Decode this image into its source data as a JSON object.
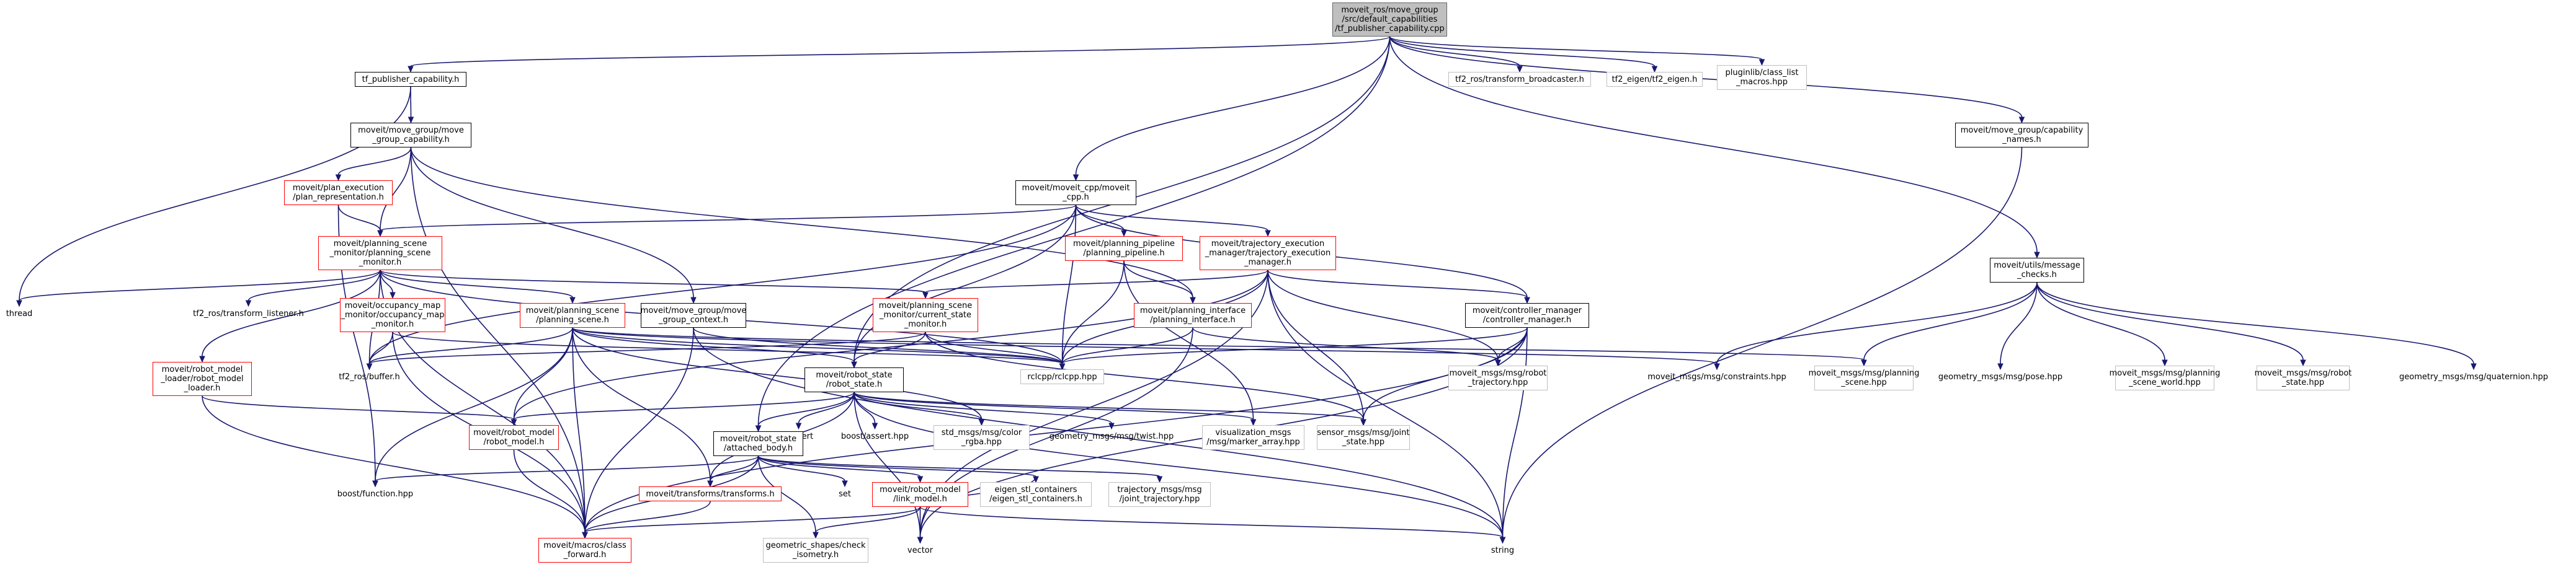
{
  "diagram": {
    "title": "",
    "nodes": [
      {
        "id": "root",
        "label": "moveit_ros/move_group\n/src/default_capabilities\n/tf_publisher_capability.cpp",
        "style": "root"
      },
      {
        "id": "tfpub",
        "label": "tf_publisher_capability.h",
        "style": "black"
      },
      {
        "id": "tfbroad",
        "label": "tf2_ros/transform_broadcaster.h",
        "style": "grey"
      },
      {
        "id": "tfeigen",
        "label": "tf2_eigen/tf2_eigen.h",
        "style": "grey"
      },
      {
        "id": "pluginlib",
        "label": "pluginlib/class_list\n_macros.hpp",
        "style": "grey"
      },
      {
        "id": "mgcap",
        "label": "moveit/move_group/move\n_group_capability.h",
        "style": "black"
      },
      {
        "id": "capnames",
        "label": "moveit/move_group/capability\n_names.h",
        "style": "black"
      },
      {
        "id": "planexec",
        "label": "moveit/plan_execution\n/plan_representation.h",
        "style": "red"
      },
      {
        "id": "mcpp",
        "label": "moveit/moveit_cpp/moveit\n_cpp.h",
        "style": "black"
      },
      {
        "id": "psm",
        "label": "moveit/planning_scene\n_monitor/planning_scene\n_monitor.h",
        "style": "red"
      },
      {
        "id": "pplan",
        "label": "moveit/planning_pipeline\n/planning_pipeline.h",
        "style": "red"
      },
      {
        "id": "tem",
        "label": "moveit/trajectory_execution\n_manager/trajectory_execution\n_manager.h",
        "style": "red"
      },
      {
        "id": "msgchecks",
        "label": "moveit/utils/message\n_checks.h",
        "style": "black"
      },
      {
        "id": "thread",
        "label": "thread",
        "style": "plain"
      },
      {
        "id": "tflistener",
        "label": "tf2_ros/transform_listener.h",
        "style": "plain"
      },
      {
        "id": "occ",
        "label": "moveit/occupancy_map\n_monitor/occupancy_map\n_monitor.h",
        "style": "red"
      },
      {
        "id": "ps",
        "label": "moveit/planning_scene\n/planning_scene.h",
        "style": "red"
      },
      {
        "id": "mgcontext",
        "label": "moveit/move_group/move\n_group_context.h",
        "style": "black"
      },
      {
        "id": "csm",
        "label": "moveit/planning_scene\n_monitor/current_state\n_monitor.h",
        "style": "red"
      },
      {
        "id": "piface",
        "label": "moveit/planning_interface\n/planning_interface.h",
        "style": "red"
      },
      {
        "id": "cm",
        "label": "moveit/controller_manager\n/controller_manager.h",
        "style": "black"
      },
      {
        "id": "rmloader",
        "label": "moveit/robot_model\n_loader/robot_model\n_loader.h",
        "style": "red"
      },
      {
        "id": "tfbuffer",
        "label": "tf2_ros/buffer.h",
        "style": "plain"
      },
      {
        "id": "rs",
        "label": "moveit/robot_state\n/robot_state.h",
        "style": "black"
      },
      {
        "id": "rclcpp",
        "label": "rclcpp/rclcpp.hpp",
        "style": "grey"
      },
      {
        "id": "robottraj",
        "label": "moveit_msgs/msg/robot\n_trajectory.hpp",
        "style": "grey"
      },
      {
        "id": "constraints",
        "label": "moveit_msgs/msg/constraints.hpp",
        "style": "plain"
      },
      {
        "id": "psmsg",
        "label": "moveit_msgs/msg/planning\n_scene.hpp",
        "style": "grey"
      },
      {
        "id": "pose",
        "label": "geometry_msgs/msg/pose.hpp",
        "style": "plain"
      },
      {
        "id": "psworld",
        "label": "moveit_msgs/msg/planning\n_scene_world.hpp",
        "style": "grey"
      },
      {
        "id": "robotstate",
        "label": "moveit_msgs/msg/robot\n_state.hpp",
        "style": "grey"
      },
      {
        "id": "quat",
        "label": "geometry_msgs/msg/quaternion.hpp",
        "style": "plain"
      },
      {
        "id": "rm",
        "label": "moveit/robot_model\n/robot_model.h",
        "style": "red"
      },
      {
        "id": "cassert",
        "label": "cassert",
        "style": "plain"
      },
      {
        "id": "boostassert",
        "label": "boost/assert.hpp",
        "style": "plain"
      },
      {
        "id": "color",
        "label": "std_msgs/msg/color\n_rgba.hpp",
        "style": "grey"
      },
      {
        "id": "twist",
        "label": "geometry_msgs/msg/twist.hpp",
        "style": "plain"
      },
      {
        "id": "marker",
        "label": "visualization_msgs\n/msg/marker_array.hpp",
        "style": "grey"
      },
      {
        "id": "jointstate",
        "label": "sensor_msgs/msg/joint\n_state.hpp",
        "style": "grey"
      },
      {
        "id": "attached",
        "label": "moveit/robot_state\n/attached_body.h",
        "style": "black"
      },
      {
        "id": "boostfunc",
        "label": "boost/function.hpp",
        "style": "plain"
      },
      {
        "id": "transforms",
        "label": "moveit/transforms/transforms.h",
        "style": "red"
      },
      {
        "id": "set",
        "label": "set",
        "style": "plain"
      },
      {
        "id": "linkmodel",
        "label": "moveit/robot_model\n/link_model.h",
        "style": "red"
      },
      {
        "id": "eigenstl",
        "label": "eigen_stl_containers\n/eigen_stl_containers.h",
        "style": "grey"
      },
      {
        "id": "jtraj",
        "label": "trajectory_msgs/msg\n/joint_trajectory.hpp",
        "style": "grey"
      },
      {
        "id": "classfwd",
        "label": "moveit/macros/class\n_forward.h",
        "style": "red"
      },
      {
        "id": "geomshapes",
        "label": "geometric_shapes/check\n_isometry.h",
        "style": "grey"
      },
      {
        "id": "vector",
        "label": "vector",
        "style": "plain"
      },
      {
        "id": "string",
        "label": "string",
        "style": "plain"
      }
    ],
    "edges": [
      [
        "root",
        "tfpub"
      ],
      [
        "root",
        "tfbroad"
      ],
      [
        "root",
        "tfeigen"
      ],
      [
        "root",
        "pluginlib"
      ],
      [
        "root",
        "mcpp"
      ],
      [
        "root",
        "capnames"
      ],
      [
        "root",
        "msgchecks"
      ],
      [
        "root",
        "rs"
      ],
      [
        "root",
        "attached"
      ],
      [
        "tfpub",
        "mgcap"
      ],
      [
        "tfpub",
        "thread"
      ],
      [
        "mgcap",
        "planexec"
      ],
      [
        "mgcap",
        "psm"
      ],
      [
        "mgcap",
        "mgcontext"
      ],
      [
        "mgcap",
        "piface"
      ],
      [
        "mgcap",
        "classfwd"
      ],
      [
        "capnames",
        "string"
      ],
      [
        "planexec",
        "psm"
      ],
      [
        "planexec",
        "boostfunc"
      ],
      [
        "mcpp",
        "psm"
      ],
      [
        "mcpp",
        "pplan"
      ],
      [
        "mcpp",
        "tem"
      ],
      [
        "mcpp",
        "cm"
      ],
      [
        "mcpp",
        "rclcpp"
      ],
      [
        "mcpp",
        "rs"
      ],
      [
        "mcpp",
        "tfbuffer"
      ],
      [
        "psm",
        "thread"
      ],
      [
        "psm",
        "tflistener"
      ],
      [
        "psm",
        "occ"
      ],
      [
        "psm",
        "ps"
      ],
      [
        "psm",
        "csm"
      ],
      [
        "psm",
        "rmloader"
      ],
      [
        "psm",
        "tfbuffer"
      ],
      [
        "psm",
        "rclcpp"
      ],
      [
        "psm",
        "classfwd"
      ],
      [
        "pplan",
        "piface"
      ],
      [
        "pplan",
        "rclcpp"
      ],
      [
        "pplan",
        "marker"
      ],
      [
        "tem",
        "csm"
      ],
      [
        "tem",
        "cm"
      ],
      [
        "tem",
        "robottraj"
      ],
      [
        "tem",
        "rclcpp"
      ],
      [
        "tem",
        "jointstate"
      ],
      [
        "tem",
        "rm"
      ],
      [
        "tem",
        "string"
      ],
      [
        "tem",
        "vector"
      ],
      [
        "msgchecks",
        "constraints"
      ],
      [
        "msgchecks",
        "psmsg"
      ],
      [
        "msgchecks",
        "pose"
      ],
      [
        "msgchecks",
        "psworld"
      ],
      [
        "msgchecks",
        "robotstate"
      ],
      [
        "msgchecks",
        "quat"
      ],
      [
        "occ",
        "tfbuffer"
      ],
      [
        "occ",
        "rclcpp"
      ],
      [
        "occ",
        "classfwd"
      ],
      [
        "ps",
        "rs"
      ],
      [
        "ps",
        "rm"
      ],
      [
        "ps",
        "boostfunc"
      ],
      [
        "ps",
        "transforms"
      ],
      [
        "ps",
        "classfwd"
      ],
      [
        "ps",
        "rclcpp"
      ],
      [
        "ps",
        "constraints"
      ],
      [
        "ps",
        "psmsg"
      ],
      [
        "ps",
        "color"
      ],
      [
        "ps",
        "tfbuffer"
      ],
      [
        "mgcontext",
        "rclcpp"
      ],
      [
        "mgcontext",
        "classfwd"
      ],
      [
        "mgcontext",
        "string"
      ],
      [
        "csm",
        "rs"
      ],
      [
        "csm",
        "tfbuffer"
      ],
      [
        "csm",
        "rclcpp"
      ],
      [
        "csm",
        "jointstate"
      ],
      [
        "piface",
        "rclcpp"
      ],
      [
        "piface",
        "robottraj"
      ],
      [
        "piface",
        "vector"
      ],
      [
        "cm",
        "rclcpp"
      ],
      [
        "cm",
        "robottraj"
      ],
      [
        "cm",
        "jointstate"
      ],
      [
        "cm",
        "string"
      ],
      [
        "cm",
        "vector"
      ],
      [
        "cm",
        "classfwd"
      ],
      [
        "rmloader",
        "rm"
      ],
      [
        "rmloader",
        "classfwd"
      ],
      [
        "rs",
        "rm"
      ],
      [
        "rs",
        "attached"
      ],
      [
        "rs",
        "transforms"
      ],
      [
        "rs",
        "cassert"
      ],
      [
        "rs",
        "boostassert"
      ],
      [
        "rs",
        "color"
      ],
      [
        "rs",
        "twist"
      ],
      [
        "rs",
        "marker"
      ],
      [
        "rs",
        "jointstate"
      ],
      [
        "rs",
        "vector"
      ],
      [
        "rs",
        "string"
      ],
      [
        "rm",
        "classfwd"
      ],
      [
        "attached",
        "linkmodel"
      ],
      [
        "attached",
        "transforms"
      ],
      [
        "attached",
        "boostfunc"
      ],
      [
        "attached",
        "set"
      ],
      [
        "attached",
        "eigenstl"
      ],
      [
        "attached",
        "jtraj"
      ],
      [
        "attached",
        "geomshapes"
      ],
      [
        "attached",
        "classfwd"
      ],
      [
        "transforms",
        "classfwd"
      ],
      [
        "linkmodel",
        "classfwd"
      ],
      [
        "linkmodel",
        "geomshapes"
      ],
      [
        "linkmodel",
        "vector"
      ],
      [
        "linkmodel",
        "string"
      ],
      [
        "linkmodel",
        "eigenstl"
      ]
    ]
  }
}
